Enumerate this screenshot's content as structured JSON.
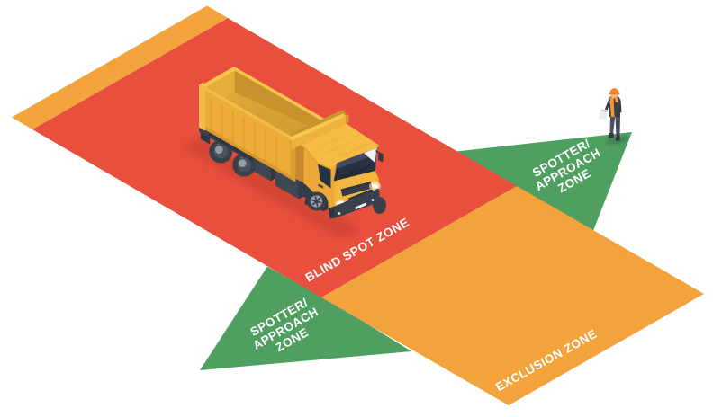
{
  "diagram": {
    "description": "Isometric truck safety zones diagram",
    "figures": [
      "dump-truck",
      "spotter-worker"
    ]
  },
  "colors": {
    "background": "#ffffff",
    "blind_spot_zone": "#e84f3d",
    "exclusion_zone": "#f2a33c",
    "spotter_zone": "#4f9f61",
    "zone_label_text": "#ffffff",
    "truck_body": "#f2b23e",
    "truck_chassis": "#39414d",
    "worker_helmet": "#f08a28",
    "worker_vest": "#f29b38"
  },
  "zones": {
    "blind_spot": {
      "label": "BLIND SPOT ZONE"
    },
    "exclusion": {
      "label": "EXCLUSION ZONE"
    },
    "spotter_left": {
      "line1": "SPOTTER/",
      "line2": "APPROACH",
      "line3": "ZONE"
    },
    "spotter_right": {
      "line1": "SPOTTER/",
      "line2": "APPROACH",
      "line3": "ZONE"
    }
  }
}
